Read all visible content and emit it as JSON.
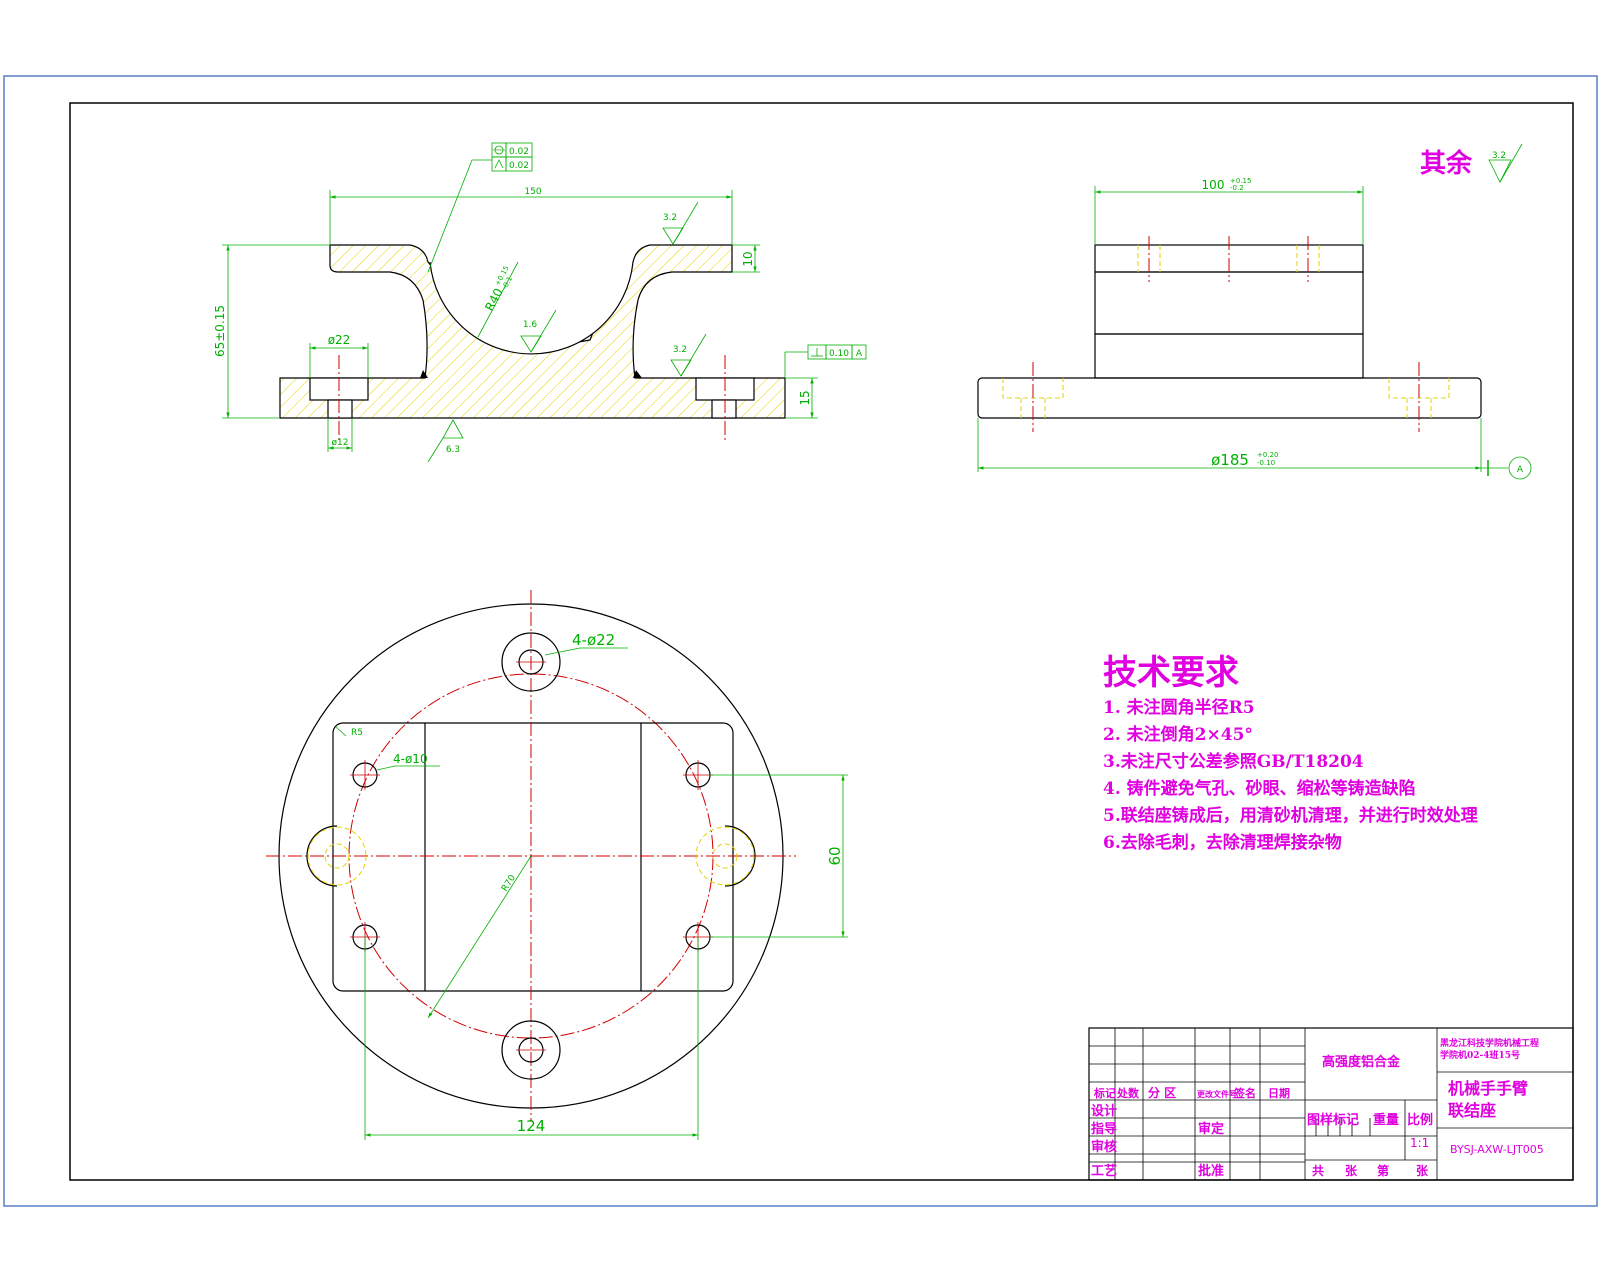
{
  "colors": {
    "outline": "#000000",
    "dimension": "#00b000",
    "center": "#d00000",
    "hidden": "#e6d200",
    "text": "#e000e0",
    "hatch": "#e6d200",
    "frame": "#5b7fc7"
  },
  "front_view": {
    "dim_width": "150",
    "dim_height": "65±0.15",
    "dim_flange": "10",
    "dim_base": "15",
    "dim_radius": "R40",
    "dim_radius_tol_up": "+0.15",
    "dim_radius_tol_dn": "-0.1",
    "dim_hole_cb": "ø22",
    "dim_hole": "ø12",
    "rough_top": "3.2",
    "rough_inner": "1.6",
    "rough_right": "3.2",
    "rough_bottom": "6.3",
    "gtol_1": "0.02",
    "gtol_2": "0.02",
    "gtol_perp": "0.10",
    "gtol_perp_datum": "A"
  },
  "side_view": {
    "dim_width": "100",
    "dim_width_tol_up": "+0.15",
    "dim_width_tol_dn": "-0.2",
    "dim_base": "ø185",
    "dim_base_tol_up": "+0.20",
    "dim_base_tol_dn": "-0.10",
    "datum": "A"
  },
  "top_view": {
    "dim_holes_big": "4-ø22",
    "dim_holes_small": "4-ø10",
    "dim_corner": "R5",
    "dim_pcd": "R70",
    "dim_60": "60",
    "dim_124": "124"
  },
  "rest_roughness": {
    "label": "其余",
    "value": "3.2"
  },
  "tech": {
    "title": "技术要求",
    "items": [
      "1. 未注圆角半径R5",
      "2. 未注倒角2×45°",
      "3.未注尺寸公差参照GB/T18204",
      "4. 铸件避免气孔、砂眼、缩松等铸造缺陷",
      "5.联结座铸成后，用清砂机清理，并进行时效处理",
      "6.去除毛刺，去除清理焊接杂物"
    ]
  },
  "title_block": {
    "material": "高强度铝合金",
    "school": "黑龙江科技学院机械工程",
    "school2": "学院机02-4班15号",
    "part_name": "机械手手臂",
    "part_name2": "联结座",
    "drawing_no": "BYSJ-AXW-LJT005",
    "scale": "1:1",
    "hdr_mark": "标记",
    "hdr_count": "处数",
    "hdr_zone": "分 区",
    "hdr_doc": "更改文件号",
    "hdr_sign": "签名",
    "hdr_date": "日期",
    "design": "设计",
    "guide": "指导",
    "check": "审核",
    "craft": "工艺",
    "review": "审定",
    "approve": "批准",
    "stage": "图样标记",
    "weight": "重量",
    "scale_lbl": "比例",
    "total": "共",
    "sheets": "张",
    "no": "第",
    "sheet": "张"
  }
}
